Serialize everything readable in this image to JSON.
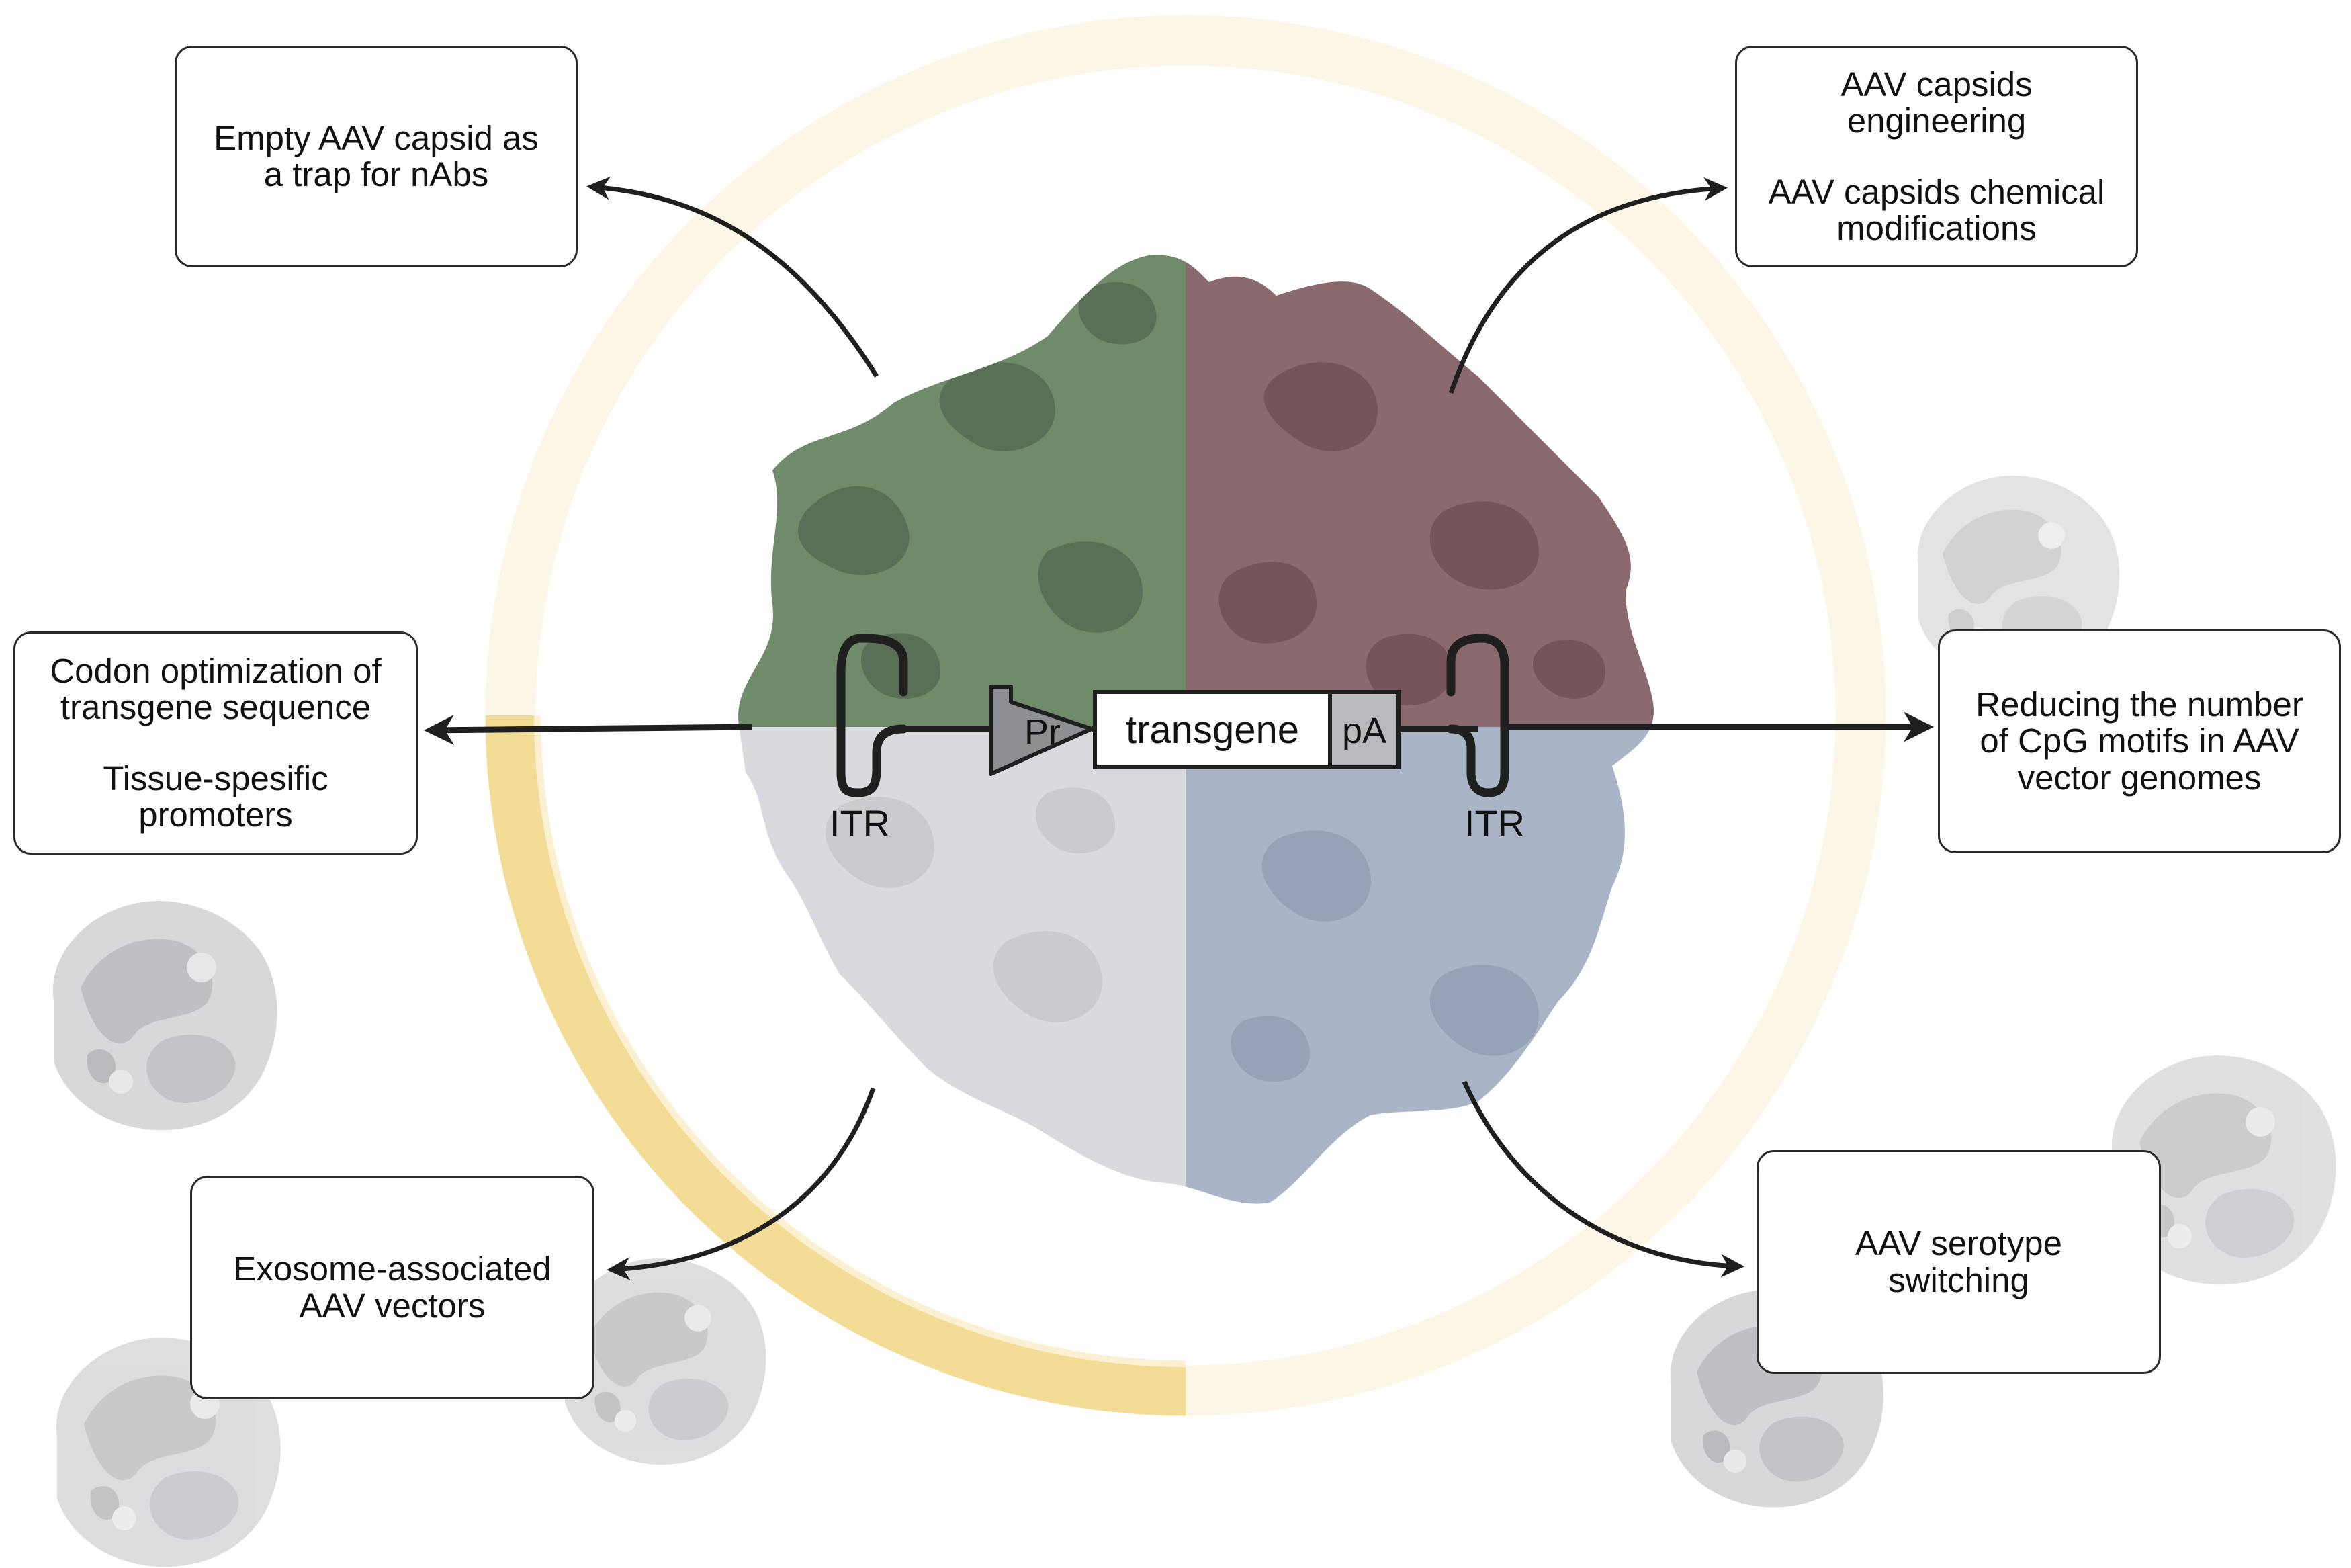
{
  "boxes": {
    "top_left": {
      "line1": "Empty AAV capsid as\na trap for nAbs"
    },
    "top_right": {
      "line1": "AAV capsids\nengineering",
      "line2": "AAV capsids chemical\nmodifications"
    },
    "mid_left": {
      "line1": "Codon optimization of\ntransgene sequence",
      "line2": "Tissue-spesific\npromoters"
    },
    "mid_right": {
      "line1": "Reducing the number\nof CpG motifs in AAV\nvector genomes"
    },
    "bottom_left": {
      "line1": "Exosome-associated\nAAV vectors"
    },
    "bottom_right": {
      "line1": "AAV serotype\nswitching"
    }
  },
  "construct": {
    "itr_left": "ITR",
    "promoter": "Pr",
    "transgene": "transgene",
    "polya": "pA",
    "itr_right": "ITR"
  },
  "colors": {
    "quadrant_top_left": "#6f8b6a",
    "quadrant_top_right": "#8a6a6e",
    "quadrant_bottom_left": "#d9dadd",
    "quadrant_bottom_right": "#a9b4c6",
    "ring": "#f3dc96",
    "arrow": "#1f1f1f"
  }
}
